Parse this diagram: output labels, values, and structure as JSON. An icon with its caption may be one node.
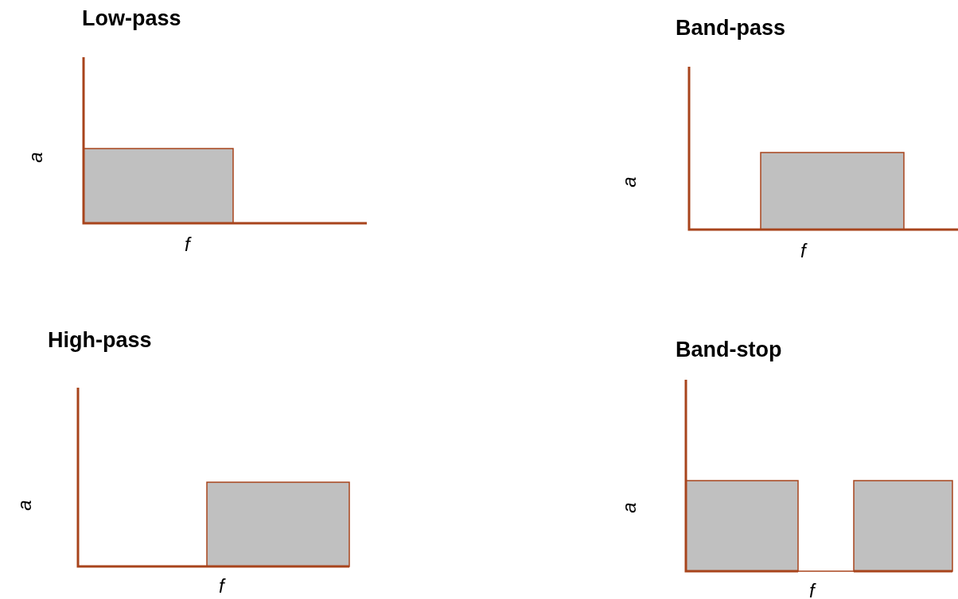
{
  "diagram": {
    "labels": [
      "Low-pass",
      "a",
      "f",
      "Band-pass",
      "a",
      "f",
      "High-pass",
      "a",
      "f",
      "Band-stop",
      "a",
      "f"
    ]
  }
}
